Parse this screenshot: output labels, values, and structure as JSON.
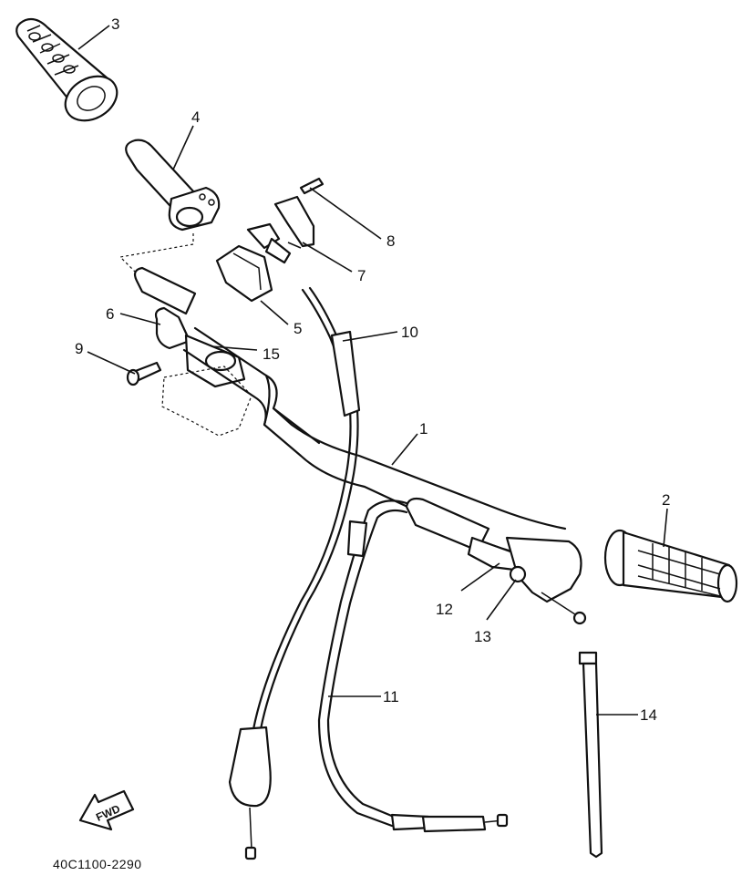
{
  "diagram": {
    "reference_code": "40C1100-2290",
    "fwd_label": "FWD",
    "callouts": [
      "1",
      "2",
      "3",
      "4",
      "5",
      "6",
      "7",
      "8",
      "9",
      "10",
      "11",
      "12",
      "13",
      "14",
      "15"
    ]
  }
}
